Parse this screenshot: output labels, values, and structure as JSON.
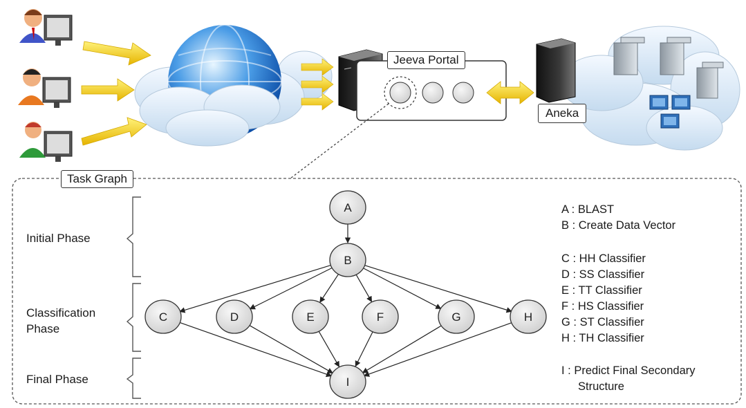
{
  "portal": {
    "title": "Jeeva Portal"
  },
  "cloud": {
    "name": "Aneka"
  },
  "task_graph": {
    "title": "Task Graph",
    "phases": {
      "initial": "Initial Phase",
      "classification": "Classification Phase",
      "final": "Final Phase"
    },
    "nodes": [
      "A",
      "B",
      "C",
      "D",
      "E",
      "F",
      "G",
      "H",
      "I"
    ],
    "legend": {
      "group1": [
        "A : BLAST",
        "B : Create Data Vector"
      ],
      "group2": [
        "C : HH Classifier",
        "D : SS Classifier",
        "E : TT Classifier",
        "F : HS Classifier",
        "G : ST Classifier",
        "H : TH Classifier"
      ],
      "group3_line1": "I : Predict Final Secondary",
      "group3_line2": "Structure"
    }
  },
  "icons": [
    "user-icon",
    "globe-icon",
    "cloud-icon",
    "server-icon",
    "network-icon",
    "arrow-icon"
  ],
  "colors": {
    "arrow": "#f2c500",
    "globe": "#2f7fd6",
    "cloud": "#d9e8f5",
    "node": "#e6e6e6"
  }
}
